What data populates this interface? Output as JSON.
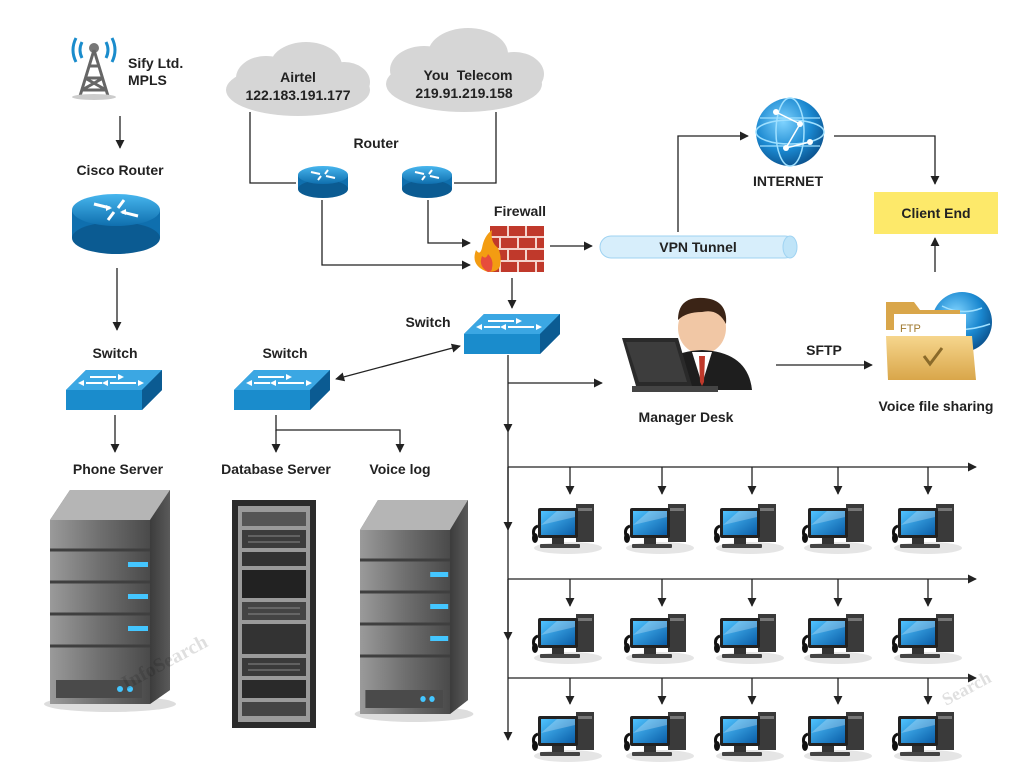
{
  "nodes": {
    "sify": {
      "line1": "Sify Ltd.",
      "line2": "MPLS",
      "icon": "radio-tower-icon"
    },
    "cisco_router": {
      "label": "Cisco Router",
      "icon": "router-icon"
    },
    "switch_left": {
      "label": "Switch",
      "icon": "network-switch-icon"
    },
    "phone_server": {
      "label": "Phone Server",
      "icon": "server-tower-icon"
    },
    "airtel": {
      "name": "Airtel",
      "ip": "122.183.191.177",
      "icon": "cloud-icon"
    },
    "you_telecom": {
      "name": "You  Telecom",
      "ip": "219.91.219.158",
      "icon": "cloud-icon"
    },
    "router": {
      "label": "Router"
    },
    "firewall": {
      "label": "Firewall",
      "icon": "firewall-icon"
    },
    "vpn_tunnel": {
      "label": "VPN Tunnel"
    },
    "internet": {
      "label": "INTERNET",
      "icon": "globe-icon"
    },
    "client_end": {
      "label": "Client End"
    },
    "switch_center": {
      "label": "Switch"
    },
    "switch_mid": {
      "label": "Switch"
    },
    "database_server": {
      "label": "Database Server",
      "icon": "server-rack-icon"
    },
    "voice_log": {
      "label": "Voice log",
      "icon": "server-tower-icon"
    },
    "manager_desk": {
      "label": "Manager Desk",
      "icon": "manager-laptop-icon"
    },
    "sftp": {
      "label": "SFTP"
    },
    "voice_file_sharing": {
      "label": "Voice file sharing",
      "icon": "ftp-folder-icon"
    }
  },
  "watermarks": [
    "InfoSearch",
    "Search"
  ],
  "colors": {
    "device_blue": "#1a8ccc",
    "client_end_fill": "#fde96a",
    "tunnel_fill": "#d7eefb",
    "line": "#222222"
  }
}
